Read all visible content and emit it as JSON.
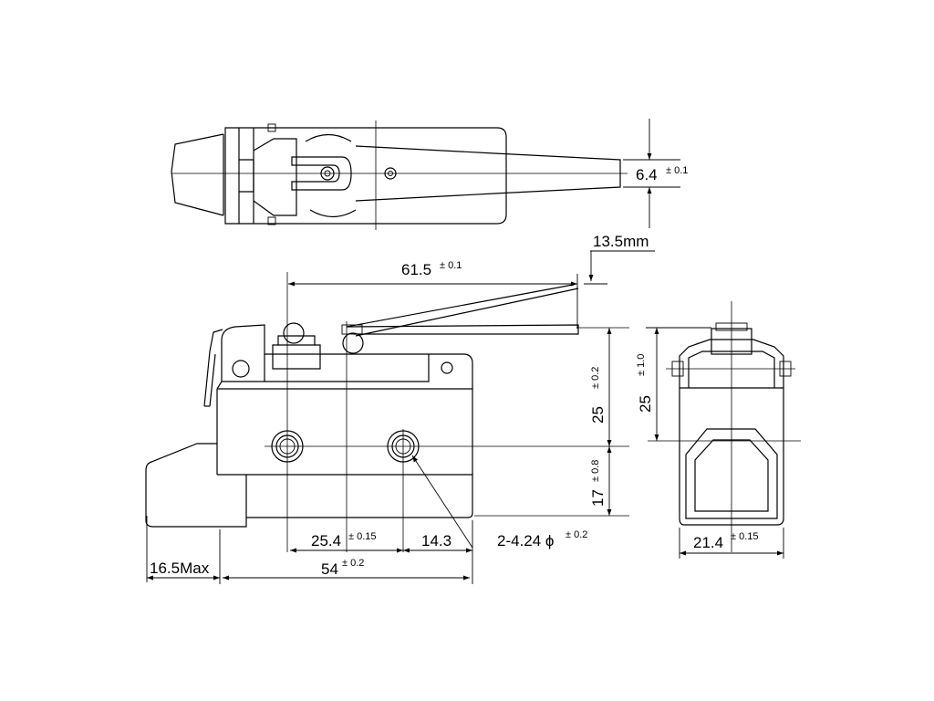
{
  "dimensions": {
    "lever_width": {
      "value": "6.4",
      "tolerance": "± 0.1"
    },
    "actuator_offset": {
      "value": "13.5mm"
    },
    "lever_length": {
      "value": "61.5",
      "tolerance": "± 0.1"
    },
    "operating_height": {
      "value": "25",
      "tolerance": "± 0.2"
    },
    "side_height": {
      "value": "25",
      "tolerance": "± 1.0"
    },
    "mount_height": {
      "value": "17",
      "tolerance": "± 0.8"
    },
    "hole_spacing": {
      "value": "25.4",
      "tolerance": "± 0.15"
    },
    "hole_offset": {
      "value": "14.3"
    },
    "hole_size": {
      "value": "2-4.24 ϕ",
      "tolerance": "± 0.2"
    },
    "plunger_length": {
      "value": "16.5Max"
    },
    "body_length": {
      "value": "54",
      "tolerance": "± 0.2"
    },
    "body_width": {
      "value": "21.4",
      "tolerance": "± 0.15"
    }
  }
}
